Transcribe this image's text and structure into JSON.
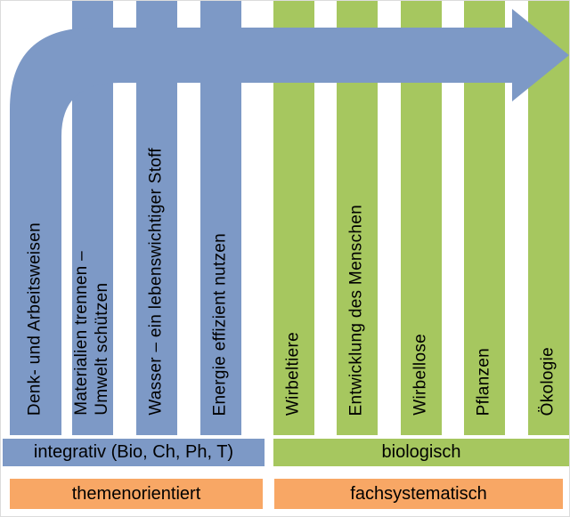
{
  "colors": {
    "blue": "#7d99c6",
    "green": "#a6c75f",
    "orange": "#f8a765",
    "text": "#000000",
    "bg": "#ffffff"
  },
  "arrow": {
    "shape": "up-then-right-arrow",
    "color_key": "blue"
  },
  "columns": [
    {
      "label": "Denk- und Arbeitsweisen",
      "group": "blue"
    },
    {
      "label": "Materialien trennen –\nUmwelt schützen",
      "group": "blue"
    },
    {
      "label": "Wasser – ein lebenswichtiger Stoff",
      "group": "blue"
    },
    {
      "label": "Energie effizient nutzen",
      "group": "blue"
    },
    {
      "label": "Wirbeltiere",
      "group": "green"
    },
    {
      "label": "Entwicklung des Menschen",
      "group": "green"
    },
    {
      "label": "Wirbellose",
      "group": "green"
    },
    {
      "label": "Pflanzen",
      "group": "green"
    },
    {
      "label": "Ökologie",
      "group": "green"
    }
  ],
  "category_bars": [
    {
      "label": "integrativ (Bio, Ch, Ph, T)",
      "color_key": "blue"
    },
    {
      "label": "biologisch",
      "color_key": "green"
    }
  ],
  "bottom_bars": [
    {
      "label": "themenorientiert",
      "color_key": "orange"
    },
    {
      "label": "fachsystematisch",
      "color_key": "orange"
    }
  ]
}
